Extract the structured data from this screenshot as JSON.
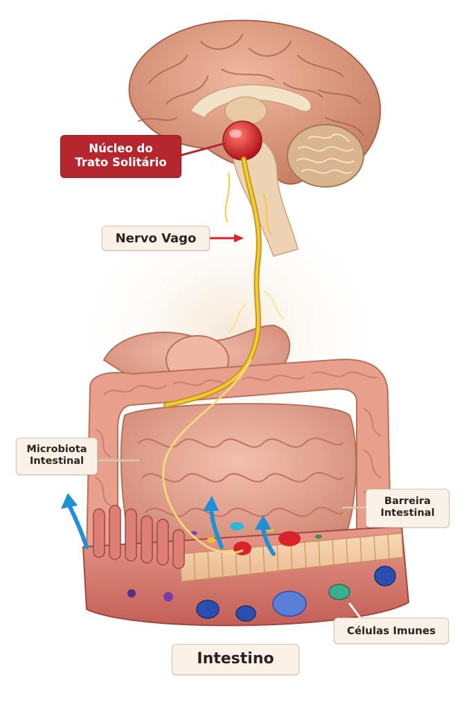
{
  "labels": {
    "nucleus": {
      "line1": "Núcleo do",
      "line2": "Trato Solitário"
    },
    "vagus_nerve": "Nervo Vago",
    "microbiota": {
      "line1": "Microbiota",
      "line2": "Intestinal"
    },
    "barrier": {
      "line1": "Barreira",
      "line2": "Intestinal"
    },
    "immune_cells": "Células Imunes",
    "intestine": "Intestino"
  },
  "colors": {
    "brain": "#d99478",
    "brain_dark": "#b5705a",
    "nucleus": "#d8232a",
    "nerve": "#e8b820",
    "intestine": "#e6a08e",
    "intestine_dark": "#c97a68",
    "arrow_blue": "#1f8fd6",
    "immune_blue": "#2a4fb0",
    "label_red": "#b5262e"
  },
  "icons": {
    "arrow": "arrow-up-icon",
    "pointer": "arrow-right-icon"
  }
}
